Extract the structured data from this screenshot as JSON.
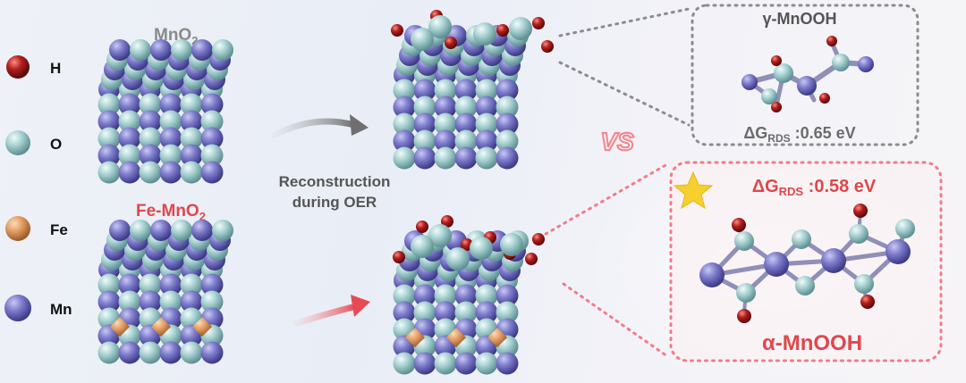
{
  "legend": [
    {
      "symbol": "H",
      "label": "H",
      "color": "#9b1a1a"
    },
    {
      "symbol": "O",
      "label": "O",
      "color": "#a6cfd0"
    },
    {
      "symbol": "Fe",
      "label": "Fe",
      "color": "#e4a069"
    },
    {
      "symbol": "Mn",
      "label": "Mn",
      "color": "#7b79c6"
    }
  ],
  "labels": {
    "mno2_title": "MnO",
    "mno2_sub": "2",
    "fe_mno2_title": "Fe-MnO",
    "fe_mno2_sub": "2",
    "process_line1": "Reconstruction",
    "process_line2": "during OER",
    "vs": "VS"
  },
  "panel_top": {
    "title": "γ-MnOOH",
    "dg_symbol": "ΔG",
    "dg_sub": "RDS",
    "dg_value": " :0.65 eV"
  },
  "panel_bottom": {
    "title": "α-MnOOH",
    "dg_symbol": "ΔG",
    "dg_sub": "RDS",
    "dg_value": " :0.58 eV",
    "star_icon": "star-icon"
  },
  "colors": {
    "gray_label": "#8a8a8a",
    "red_label": "#e0474c",
    "mn": "#7b79c6",
    "o": "#a6cfd0",
    "h": "#9b1a1a",
    "fe": "#e4a069",
    "star": "#f7cf2e"
  }
}
